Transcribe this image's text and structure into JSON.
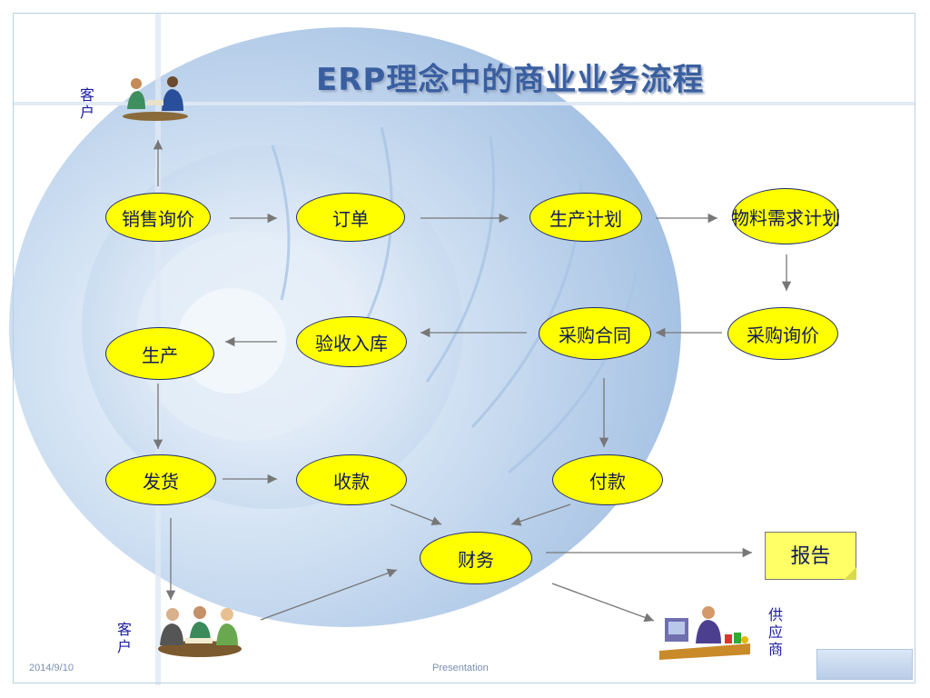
{
  "title": "ERP理念中的商业业务流程",
  "nodes": {
    "sales_inquiry": "销售询价",
    "order": "订单",
    "production_plan": "生产计划",
    "material_plan": "物料需求计划",
    "purchase_inquiry": "采购询价",
    "purchase_contract": "采购合同",
    "receiving": "验收入库",
    "production": "生产",
    "shipping": "发货",
    "receipt": "收款",
    "payment": "付款",
    "finance": "财务",
    "report": "报告"
  },
  "labels": {
    "customer_top": "客户",
    "customer_bottom": "客户",
    "supplier": "供应商"
  },
  "footer": {
    "date": "2014/9/10",
    "center": "Presentation"
  },
  "colors": {
    "node_fill": "#ffff00",
    "node_text": "#101a5a",
    "title": "#3a5fa0",
    "label": "#1a1aa0",
    "arrow": "#777777"
  }
}
